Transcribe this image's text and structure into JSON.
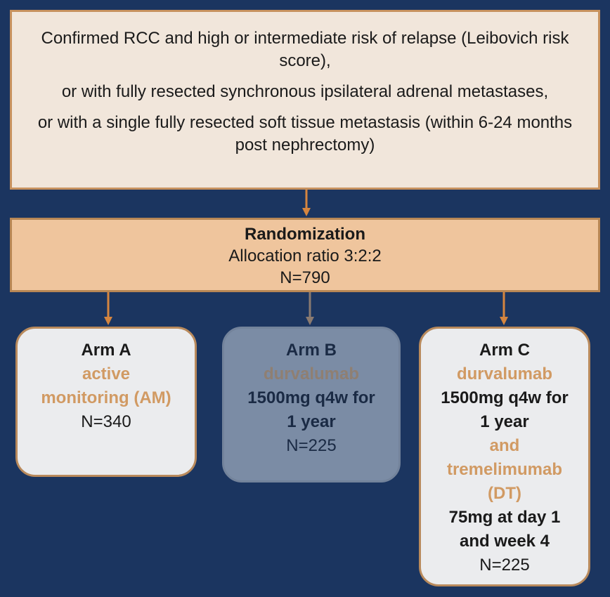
{
  "eligibility": {
    "paragraphs": [
      "Confirmed RCC and high or intermediate risk of relapse (Leibovich risk score),",
      "or with fully resected synchronous ipsilateral adrenal metastases,",
      "or with a single fully resected soft tissue metastasis (within 6-24 months post nephrectomy)"
    ]
  },
  "randomization": {
    "title": "Randomization",
    "ratio": "Allocation ratio 3:2:2",
    "n": "N=790"
  },
  "arms": {
    "a": {
      "title": "Arm A",
      "treatment_line1": "active",
      "treatment_line2": "monitoring (AM)",
      "n": "N=340"
    },
    "b": {
      "title": "Arm B",
      "drug": "durvalumab",
      "dose_line1": "1500mg q4w for",
      "dose_line2": "1 year",
      "n": "N=225"
    },
    "c": {
      "title": "Arm C",
      "drug1": "durvalumab",
      "dose1_line1": "1500mg q4w for",
      "dose1_line2": "1 year",
      "conj": "and",
      "drug2": "tremelimumab",
      "abbr": "(DT)",
      "dose2_line1": "75mg at day 1",
      "dose2_line2": "and week 4",
      "n": "N=225"
    }
  },
  "colors": {
    "background": "#1b3560",
    "accent": "#d19a63",
    "arrow": "#d5853f",
    "arrow_muted": "#8a7a70"
  }
}
